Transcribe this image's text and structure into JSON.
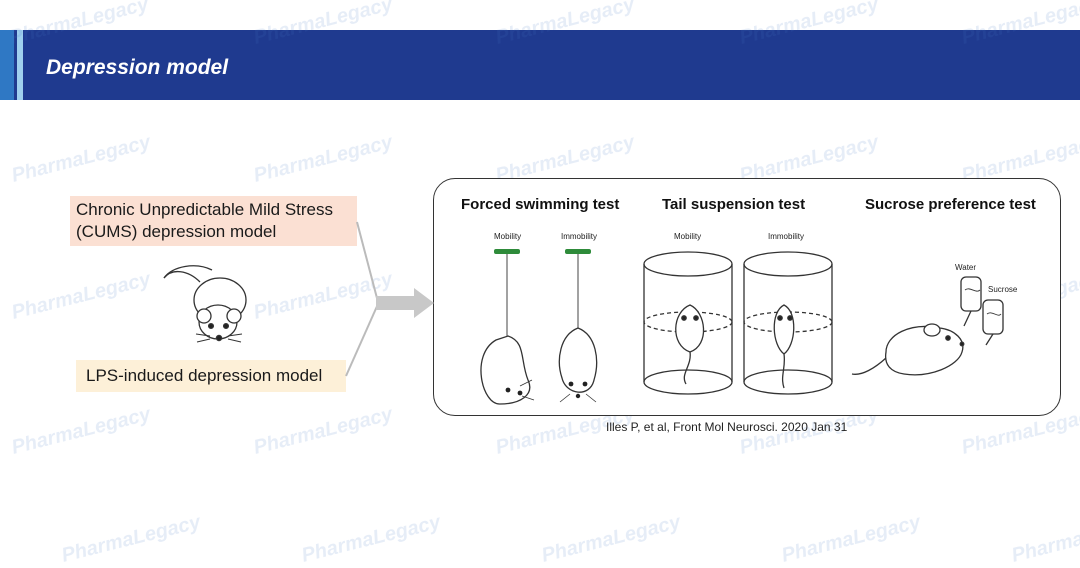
{
  "header": {
    "title": "Depression model"
  },
  "watermark": "PharmaLegacy",
  "left": {
    "box1": {
      "line1": "Chronic Unpredictable Mild Stress",
      "line2": "(CUMS) depression model"
    },
    "box2": {
      "label": "LPS-induced depression model"
    }
  },
  "panel": {
    "tests": {
      "fst": {
        "title": "Forced swimming test",
        "mobility": "Mobility",
        "immobility": "Immobility"
      },
      "tst": {
        "title": "Tail suspension test",
        "mobility": "Mobility",
        "immobility": "Immobility"
      },
      "spt": {
        "title": "Sucrose preference test",
        "water": "Water",
        "sucrose": "Sucrose"
      }
    }
  },
  "citation": "Illes P, et al, Front Mol Neurosci. 2020 Jan 31",
  "colors": {
    "header": "#1f3a8f",
    "accent": "#2f78c4",
    "box1": "#fbe0d3",
    "box2": "#fdf0d8",
    "bar": "#2e8b3a",
    "arrow": "#c8c8c8"
  }
}
